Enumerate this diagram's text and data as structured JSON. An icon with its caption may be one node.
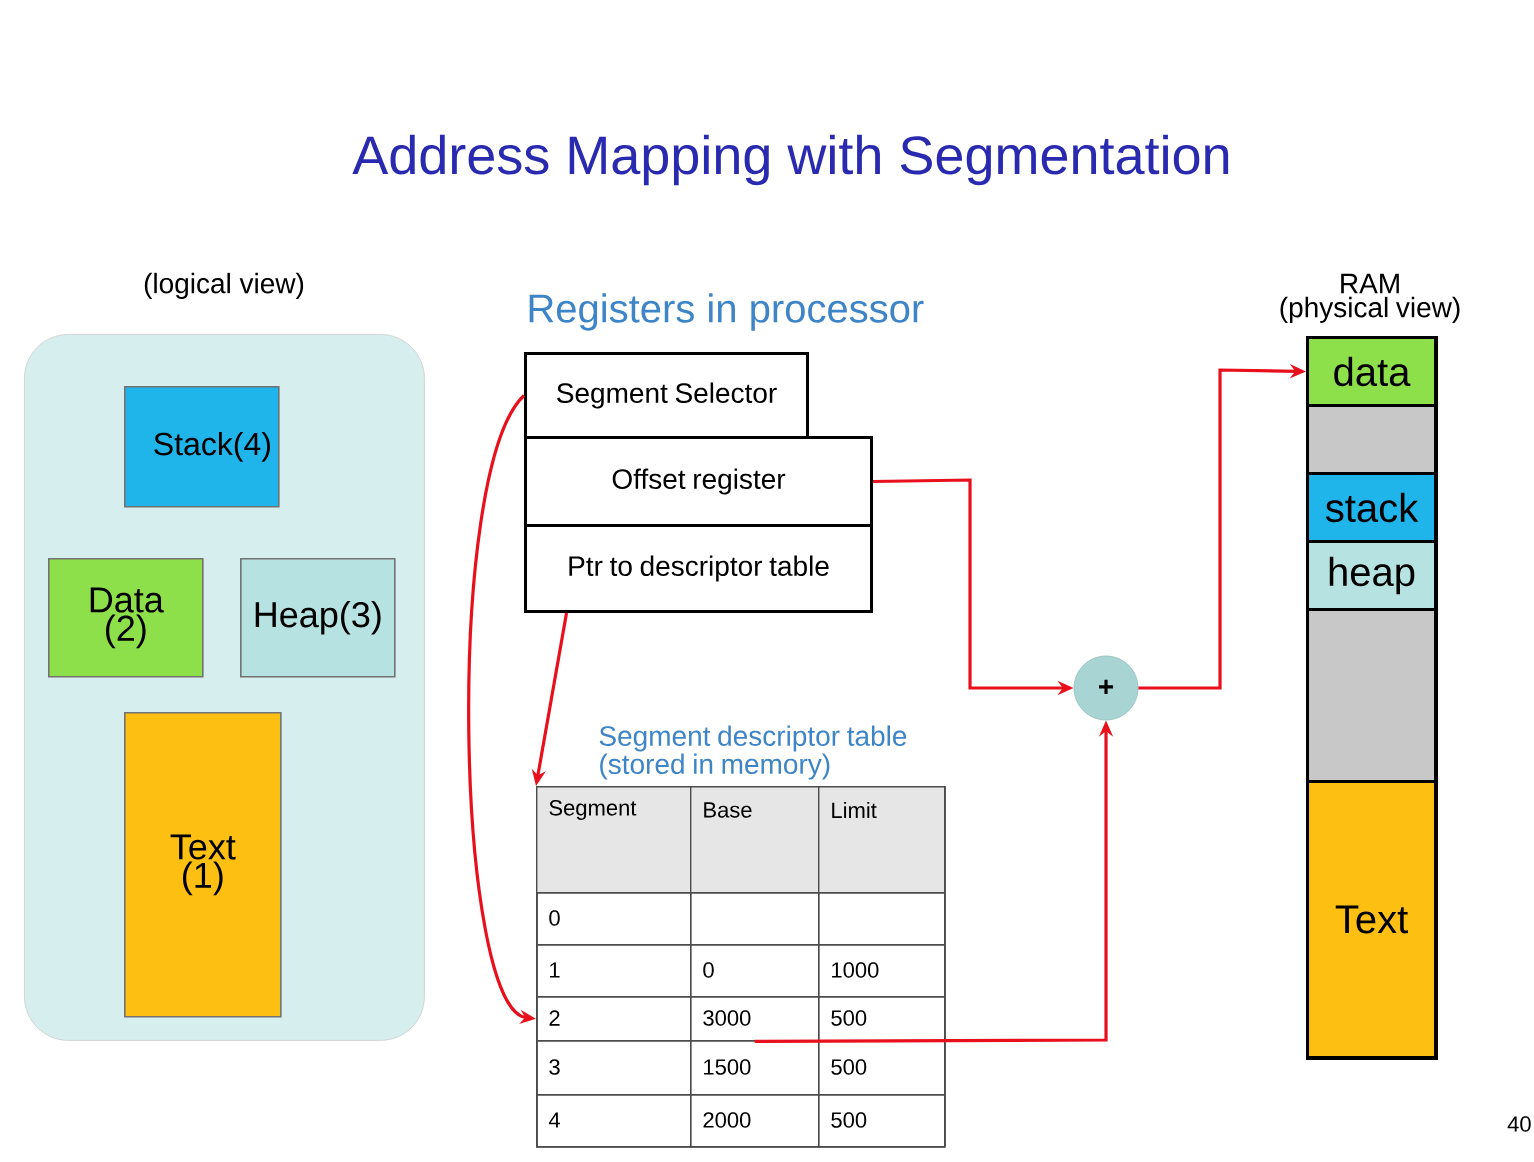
{
  "diagram": {
    "title": "Address Mapping with Segmentation",
    "nodes": [
      {
        "text": [
          "(logical view)"
        ]
      },
      {
        "text": [
          "Stack(4)"
        ],
        "in": 0
      },
      {
        "text": [
          "Data (2)"
        ],
        "in": 0
      },
      {
        "text": [
          "Heap(3)"
        ],
        "in": 0
      },
      {
        "text": [
          "Text (1)"
        ],
        "in": 0
      },
      {
        "text": [
          "Segment Selector"
        ]
      },
      {
        "text": [
          "Offset register"
        ]
      },
      {
        "text": [
          "Ptr to descriptor table"
        ]
      },
      {
        "text": [
          "Segment descriptor table (stored in memory)"
        ]
      },
      {
        "text": [
          "Segment"
        ],
        "in": 8
      },
      {
        "text": [
          "Base"
        ],
        "in": 8
      },
      {
        "text": [
          "Limit"
        ],
        "in": 8
      },
      {
        "text": [
          "0"
        ],
        "in": 8
      },
      {
        "text": [],
        "shape": "box",
        "in": 8
      },
      {
        "text": [],
        "shape": "box",
        "in": 8
      },
      {
        "text": [
          "1"
        ],
        "in": 8
      },
      {
        "text": [
          "0"
        ],
        "in": 8
      },
      {
        "text": [
          "1000"
        ],
        "in": 8
      },
      {
        "text": [
          "2"
        ],
        "in": 8
      },
      {
        "text": [
          "3000"
        ],
        "in": 8
      },
      {
        "text": [
          "500"
        ],
        "in": 8
      },
      {
        "text": [
          "3"
        ],
        "in": 8
      },
      {
        "text": [
          "1500"
        ],
        "in": 8
      },
      {
        "text": [
          "500"
        ],
        "in": 8
      },
      {
        "text": [
          "4"
        ],
        "in": 8
      },
      {
        "text": [
          "2000"
        ],
        "in": 8
      },
      {
        "text": [
          "500"
        ],
        "in": 8
      },
      {
        "text": [
          "+"
        ]
      },
      {
        "text": [
          "RAM",
          "(physical view)"
        ]
      },
      {
        "text": [
          "data"
        ],
        "in": 28
      },
      {
        "text": [],
        "shape": "box",
        "in": 28
      },
      {
        "text": [
          "stack"
        ],
        "in": 28
      },
      {
        "text": [
          "heap"
        ],
        "in": 28
      },
      {
        "text": [],
        "shape": "box",
        "in": 28
      },
      {
        "text": [
          "Text"
        ],
        "in": 28
      }
    ],
    "edges": [
      {
        "from": 5,
        "to": 18,
        "arrow": "to"
      },
      {
        "from": 7,
        "to": 8,
        "arrow": "to"
      },
      {
        "from": 6,
        "to": 27,
        "arrow": "to"
      },
      {
        "from": 19,
        "to": 27,
        "arrow": "to"
      },
      {
        "from": 27,
        "to": 29,
        "arrow": "to"
      }
    ],
    "labels": [
      "Registers in processor",
      "40"
    ]
  }
}
